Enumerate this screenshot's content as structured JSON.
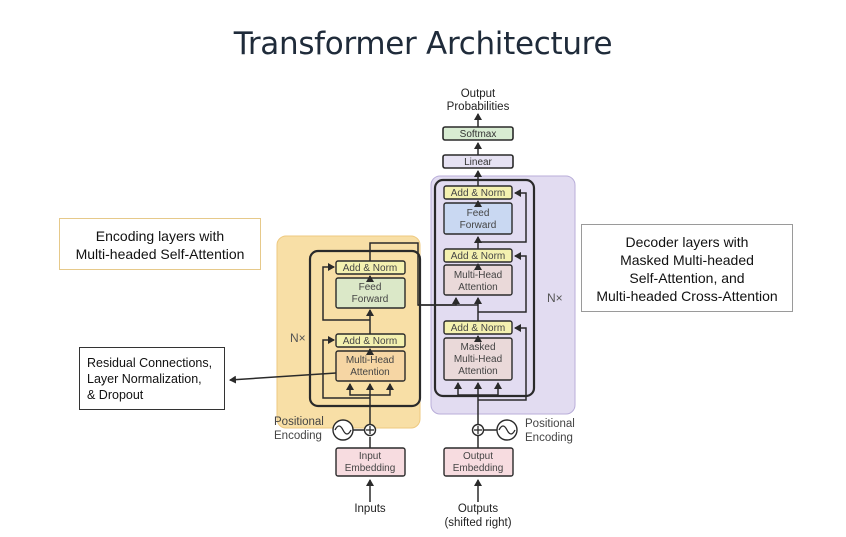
{
  "title": "Transformer Architecture",
  "callouts": {
    "encoder": [
      "Encoding layers with",
      "Multi-headed Self-Attention"
    ],
    "decoder": [
      "Decoder layers with",
      "Masked Multi-headed",
      "Self-Attention, and",
      "Multi-headed Cross-Attention"
    ],
    "residual": [
      "Residual Connections,",
      "Layer Normalization,",
      "& Dropout"
    ]
  },
  "diagram": {
    "output_label": [
      "Output",
      "Probabilities"
    ],
    "softmax": "Softmax",
    "linear": "Linear",
    "nx_encoder": "N×",
    "nx_decoder": "N×",
    "encoder": {
      "add_norm_top": "Add & Norm",
      "feed_forward": [
        "Feed",
        "Forward"
      ],
      "add_norm_bottom": "Add & Norm",
      "attention": [
        "Multi-Head",
        "Attention"
      ]
    },
    "decoder": {
      "add_norm_1": "Add & Norm",
      "feed_forward": [
        "Feed",
        "Forward"
      ],
      "add_norm_2": "Add & Norm",
      "cross_attention": [
        "Multi-Head",
        "Attention"
      ],
      "add_norm_3": "Add & Norm",
      "masked_attention": [
        "Masked",
        "Multi-Head",
        "Attention"
      ]
    },
    "positional_encoding_left": [
      "Positional",
      "Encoding"
    ],
    "positional_encoding_right": [
      "Positional",
      "Encoding"
    ],
    "input_embedding": [
      "Input",
      "Embedding"
    ],
    "output_embedding": [
      "Output",
      "Embedding"
    ],
    "inputs": "Inputs",
    "outputs": [
      "Outputs",
      "(shifted right)"
    ]
  },
  "colors": {
    "encoder_region": "#f8dfa6",
    "decoder_region": "#e2dcf1",
    "add_norm": "#f4f1b0",
    "feed_forward": "#dbe8c8",
    "attention": "#f6d6a4",
    "embedding": "#f7dce0",
    "softmax": "#d8ecd2",
    "linear": "#e6e2f3",
    "decoder_ff": "#c9d8f2",
    "decoder_attn": "#ead9d9"
  }
}
